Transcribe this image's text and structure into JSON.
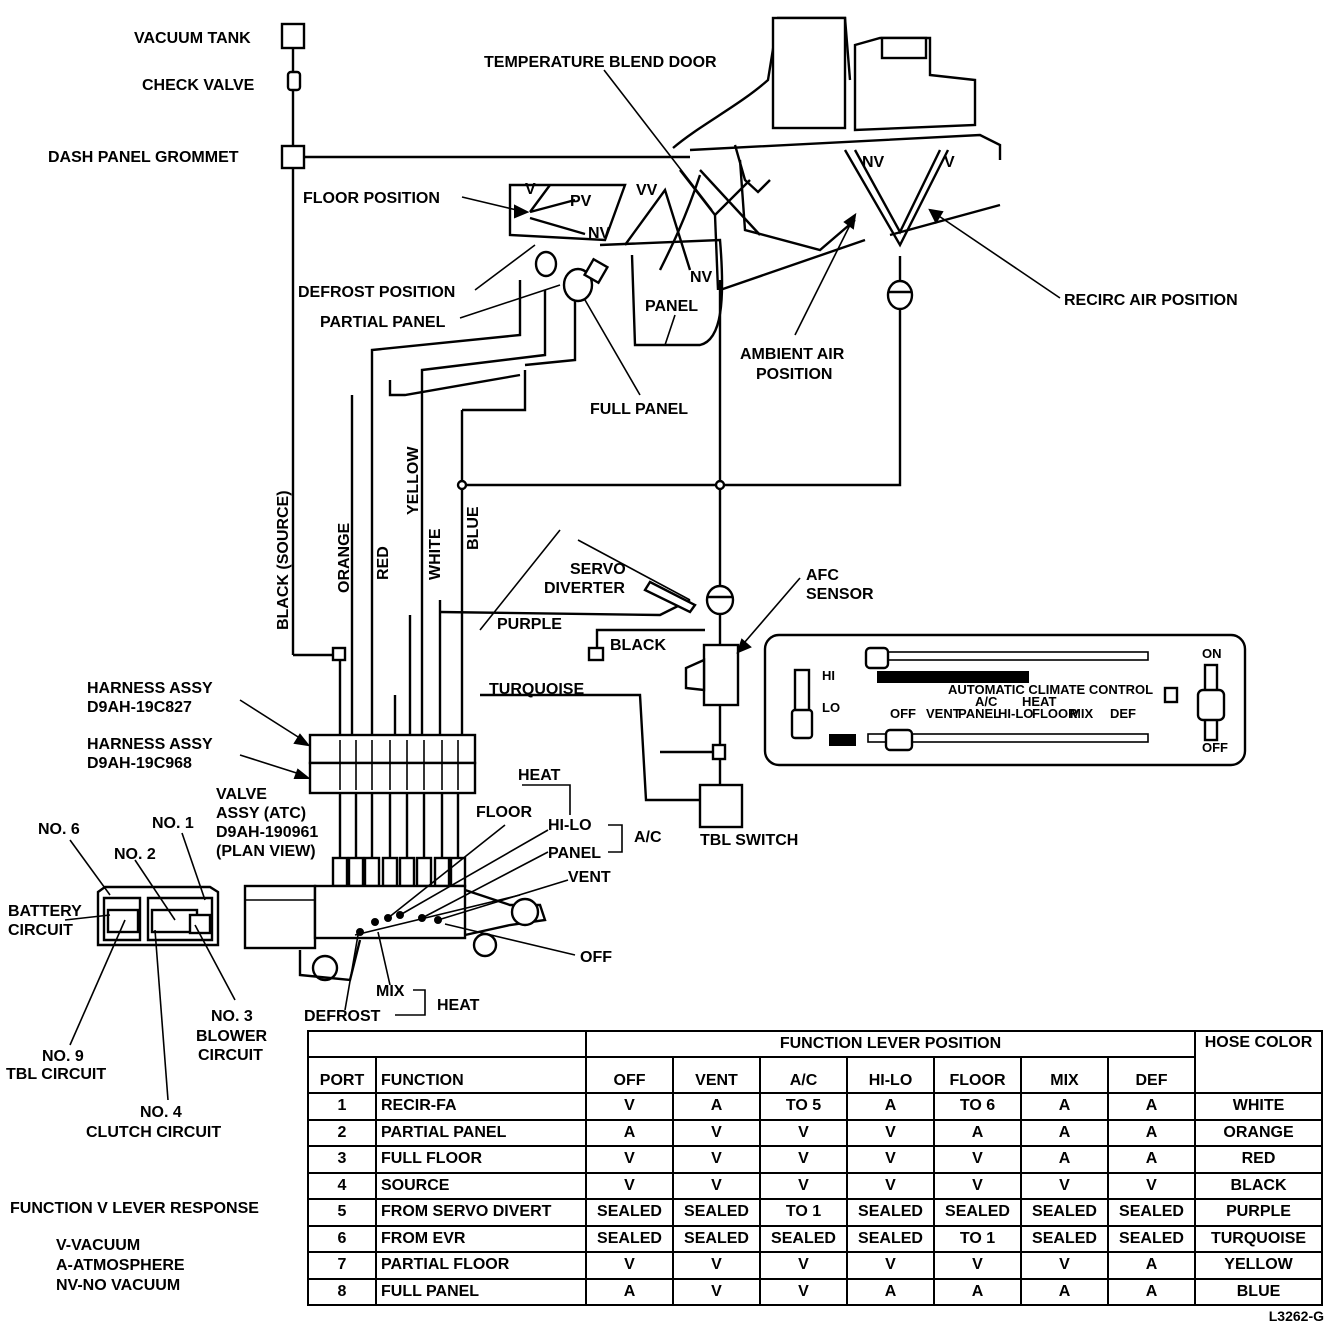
{
  "labels": {
    "vacuum_tank": "VACUUM TANK",
    "check_valve": "CHECK VALVE",
    "dash_panel_grommet": "DASH PANEL GROMMET",
    "temperature_blend_door": "TEMPERATURE BLEND DOOR",
    "floor_position": "FLOOR POSITION",
    "defrost_position": "DEFROST POSITION",
    "partial_panel": "PARTIAL PANEL",
    "full_panel": "FULL PANEL",
    "panel": "PANEL",
    "ambient_air_1": "AMBIENT AIR",
    "ambient_air_2": "POSITION",
    "recirc_air_position": "RECIRC AIR POSITION",
    "servo_diverter_1": "SERVO",
    "servo_diverter_2": "DIVERTER",
    "afc_sensor_1": "AFC",
    "afc_sensor_2": "SENSOR",
    "purple": "PURPLE",
    "black": "BLACK",
    "turquoise": "TURQUOISE",
    "harness1_1": "HARNESS ASSY",
    "harness1_2": "D9AH-19C827",
    "harness2_1": "HARNESS ASSY",
    "harness2_2": "D9AH-19C968",
    "valve_1": "VALVE",
    "valve_2": "ASSY (ATC)",
    "valve_3": "D9AH-190961",
    "valve_4": "(PLAN VIEW)",
    "heat_top": "HEAT",
    "floor": "FLOOR",
    "hi_lo": "HI-LO",
    "panel2": "PANEL",
    "ac": "A/C",
    "vent": "VENT",
    "off": "OFF",
    "mix": "MIX",
    "heat_bottom": "HEAT",
    "defrost": "DEFROST",
    "tbl_switch": "TBL SWITCH",
    "no6": "NO. 6",
    "no1": "NO. 1",
    "no2": "NO. 2",
    "battery_1": "BATTERY",
    "battery_2": "CIRCUIT",
    "no3_1": "NO. 3",
    "no3_2": "BLOWER",
    "no3_3": "CIRCUIT",
    "no9_1": "NO. 9",
    "no9_2": "TBL CIRCUIT",
    "no4_1": "NO. 4",
    "no4_2": "CLUTCH CIRCUIT",
    "hose_black_source": "BLACK (SOURCE)",
    "hose_orange": "ORANGE",
    "hose_red": "RED",
    "hose_yellow": "YELLOW",
    "hose_white": "WHITE",
    "hose_blue": "BLUE",
    "door_v1": "V",
    "door_pv": "PV",
    "door_nv1": "NV",
    "door_vv": "VV",
    "door_nv2": "NV",
    "recirc_nv": "NV",
    "recirc_v": "V",
    "ctrl_on": "ON",
    "ctrl_off": "OFF",
    "ctrl_title": "AUTOMATIC CLIMATE CONTROL",
    "ctrl_off2": "OFF",
    "ctrl_vent": "VENT",
    "ctrl_ac": "A/C",
    "ctrl_heat": "HEAT",
    "ctrl_panel": "PANEL",
    "ctrl_hilo": "HI-LO",
    "ctrl_floor": "FLOOR",
    "ctrl_mix": "MIX",
    "ctrl_def": "DEF",
    "ctrl_hi": "HI",
    "ctrl_lo": "LO"
  },
  "table": {
    "group_header": "FUNCTION LEVER POSITION",
    "hose_header": "HOSE COLOR",
    "columns": [
      "PORT",
      "FUNCTION",
      "OFF",
      "VENT",
      "A/C",
      "HI-LO",
      "FLOOR",
      "MIX",
      "DEF"
    ],
    "rows": [
      [
        "1",
        "RECIR-FA",
        "V",
        "A",
        "TO 5",
        "A",
        "TO 6",
        "A",
        "A",
        "WHITE"
      ],
      [
        "2",
        "PARTIAL PANEL",
        "A",
        "V",
        "V",
        "V",
        "A",
        "A",
        "A",
        "ORANGE"
      ],
      [
        "3",
        "FULL FLOOR",
        "V",
        "V",
        "V",
        "V",
        "V",
        "A",
        "A",
        "RED"
      ],
      [
        "4",
        "SOURCE",
        "V",
        "V",
        "V",
        "V",
        "V",
        "V",
        "V",
        "BLACK"
      ],
      [
        "5",
        "FROM SERVO DIVERT",
        "SEALED",
        "SEALED",
        "TO 1",
        "SEALED",
        "SEALED",
        "SEALED",
        "SEALED",
        "PURPLE"
      ],
      [
        "6",
        "FROM EVR",
        "SEALED",
        "SEALED",
        "SEALED",
        "SEALED",
        "TO 1",
        "SEALED",
        "SEALED",
        "TURQUOISE"
      ],
      [
        "7",
        "PARTIAL FLOOR",
        "V",
        "V",
        "V",
        "V",
        "V",
        "V",
        "A",
        "YELLOW"
      ],
      [
        "8",
        "FULL PANEL",
        "A",
        "V",
        "V",
        "A",
        "A",
        "A",
        "A",
        "BLUE"
      ]
    ]
  },
  "legend": {
    "title": "FUNCTION V LEVER RESPONSE",
    "items": [
      "V-VACUUM",
      "A-ATMOSPHERE",
      "NV-NO VACUUM"
    ]
  },
  "figure_code": "L3262-G"
}
